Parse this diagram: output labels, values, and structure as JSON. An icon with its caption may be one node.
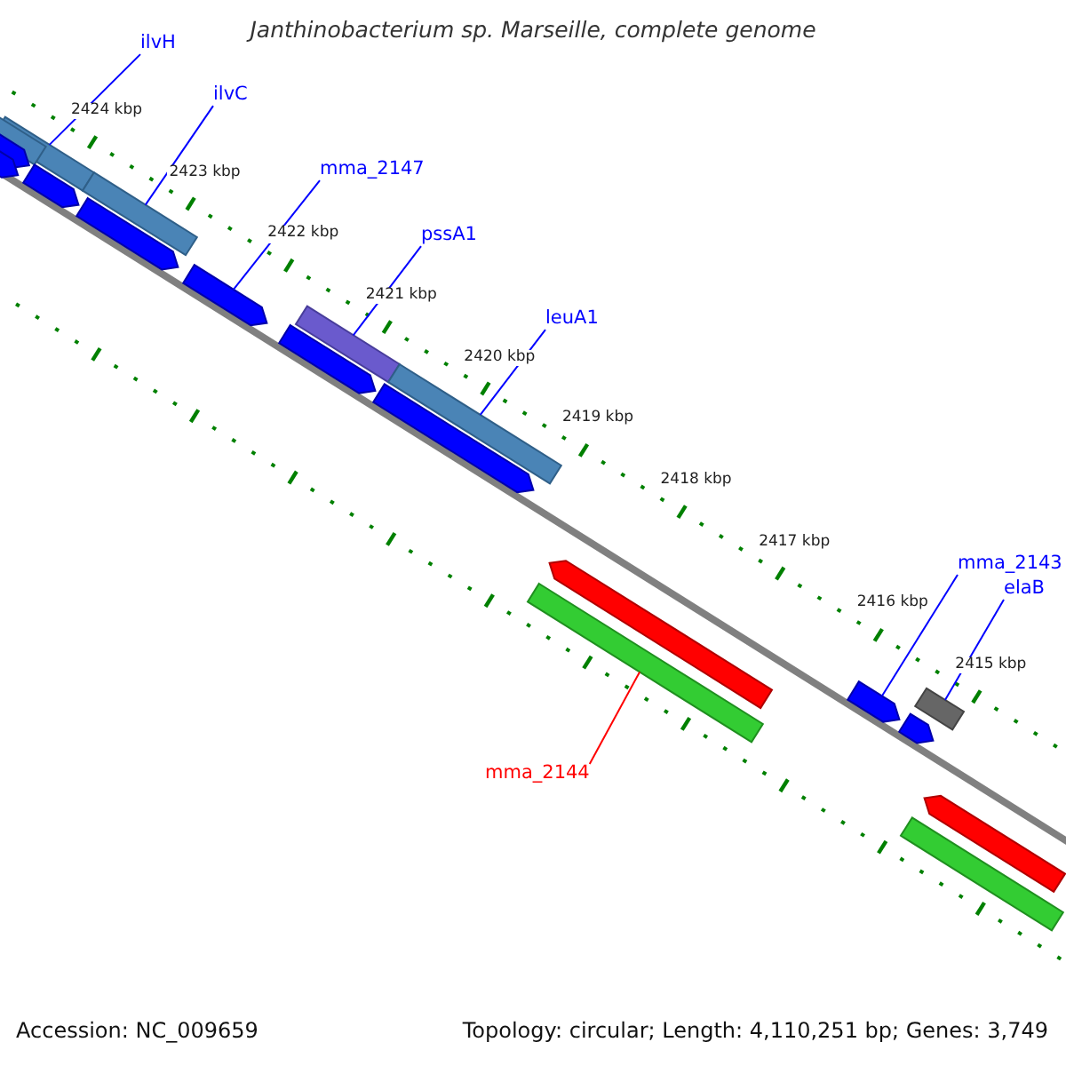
{
  "diagram": {
    "title": "Janthinobacterium sp. Marseille, complete genome",
    "nodes": [
      {
        "text": [
          "ilvH"
        ]
      },
      {
        "text": [],
        "shape": "bar"
      },
      {
        "text": [
          "ilvC"
        ]
      },
      {
        "text": [],
        "shape": "bar"
      },
      {
        "text": [
          "mma_2147"
        ]
      },
      {
        "text": [],
        "shape": "bar"
      },
      {
        "text": [
          "pssA1"
        ]
      },
      {
        "text": [],
        "shape": "bar"
      },
      {
        "text": [
          "leuA1"
        ]
      },
      {
        "text": [],
        "shape": "bar"
      },
      {
        "text": [
          "mma_2143"
        ]
      },
      {
        "text": [],
        "shape": "bar"
      },
      {
        "text": [
          "elaB"
        ]
      },
      {
        "text": [],
        "shape": "bar"
      },
      {
        "text": [
          "mma_2144"
        ]
      },
      {
        "text": [],
        "shape": "bar"
      },
      {
        "text": [],
        "shape": "bar"
      },
      {
        "text": [],
        "shape": "bar"
      },
      {
        "text": [],
        "shape": "bar"
      },
      {
        "text": [],
        "shape": "bar"
      },
      {
        "text": [],
        "shape": "bar"
      },
      {
        "text": [],
        "shape": "bar"
      },
      {
        "text": [],
        "shape": "bar"
      },
      {
        "text": [],
        "shape": "bar"
      },
      {
        "text": [],
        "shape": "bar"
      },
      {
        "text": [],
        "shape": "bar"
      },
      {
        "text": [],
        "shape": "bar"
      }
    ],
    "edges": [
      {
        "from": 0,
        "to": 1,
        "arrow": "none"
      },
      {
        "from": 2,
        "to": 3,
        "arrow": "none"
      },
      {
        "from": 4,
        "to": 5,
        "arrow": "none"
      },
      {
        "from": 6,
        "to": 7,
        "arrow": "none"
      },
      {
        "from": 8,
        "to": 9,
        "arrow": "none"
      },
      {
        "from": 10,
        "to": 11,
        "arrow": "none"
      },
      {
        "from": 12,
        "to": 13,
        "arrow": "none"
      },
      {
        "from": 14,
        "to": 15,
        "arrow": "none",
        "color": "#ff0000"
      }
    ],
    "labels": [
      "2424 kbp",
      "2423 kbp",
      "2422 kbp",
      "2421 kbp",
      "2420 kbp",
      "2419 kbp",
      "2418 kbp",
      "2417 kbp",
      "2416 kbp",
      "2415 kbp",
      "Accession: NC_009659",
      "Topology: circular; Length: 4,110,251 bp; Genes: 3,749"
    ]
  }
}
